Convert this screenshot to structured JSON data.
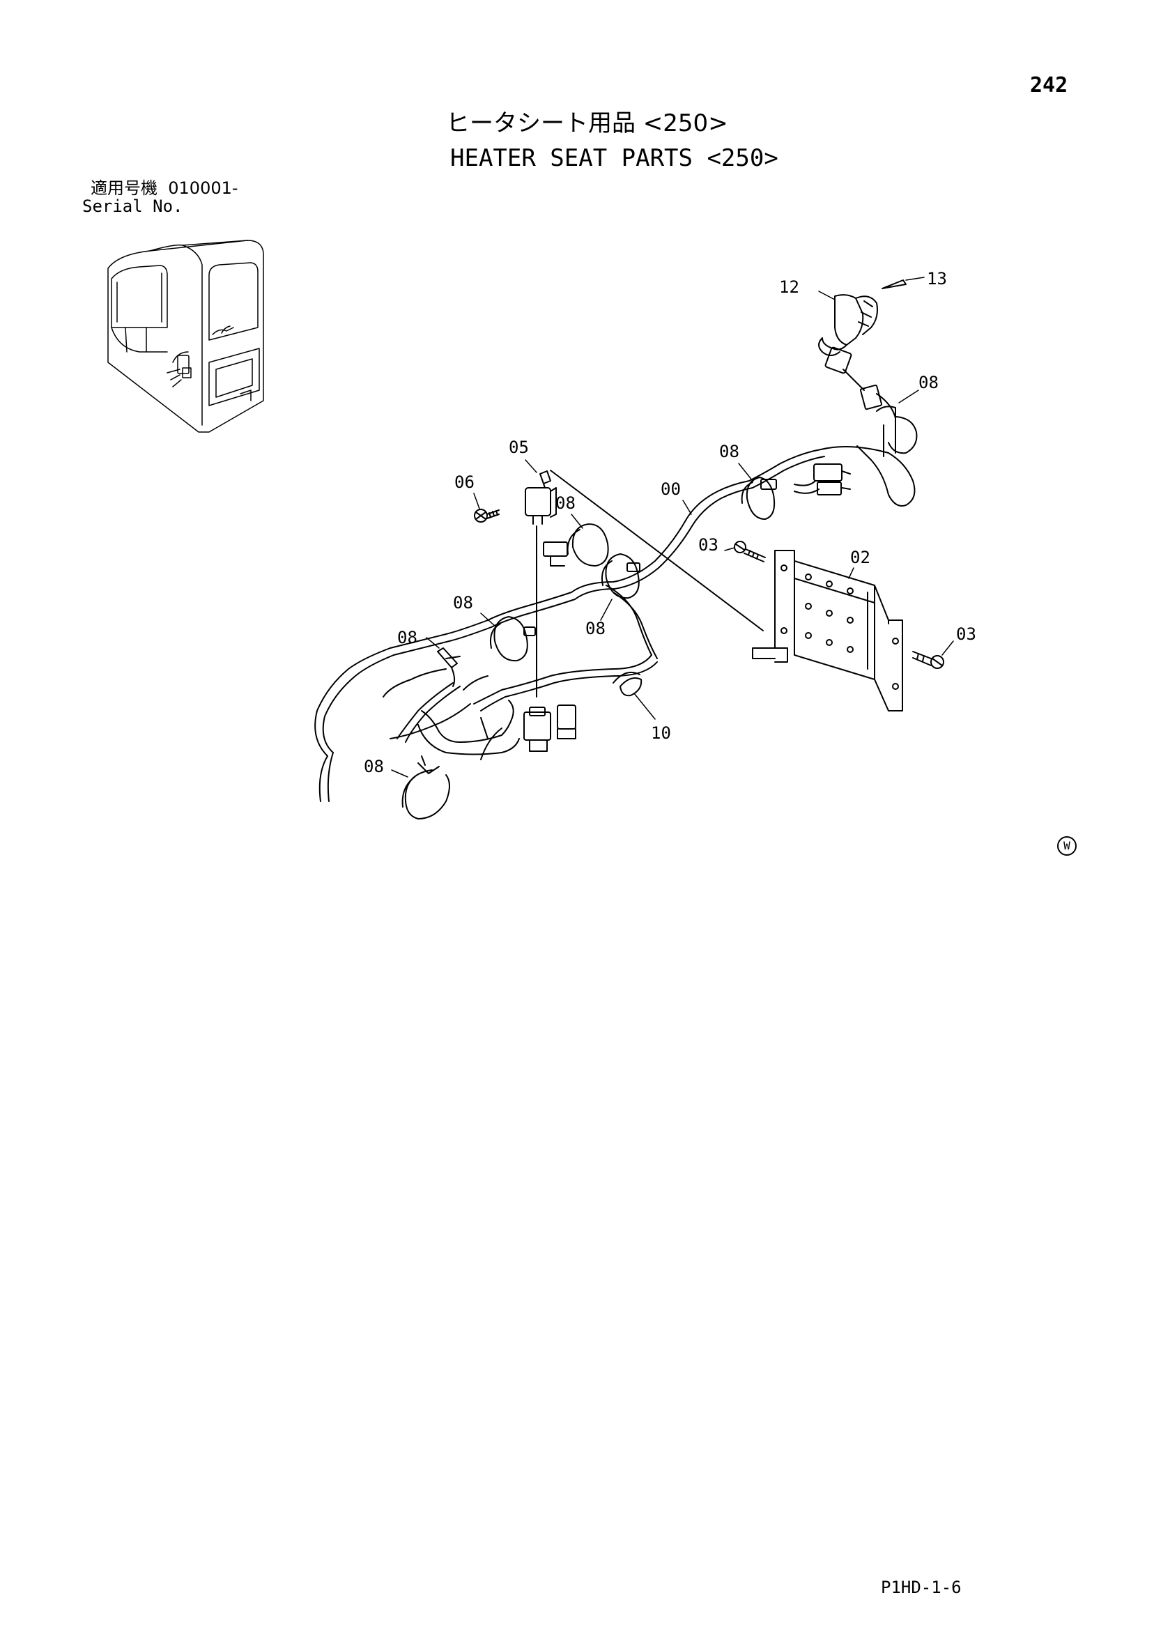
{
  "page": {
    "number": "242",
    "title_jp": "ヒータシート用品 <250>",
    "title_en": "HEATER SEAT PARTS <250>",
    "serial_label_jp": "適用号機",
    "serial_range": "010001-",
    "serial_label_en": "Serial No.",
    "footer_code": "P1HD-1-6",
    "corner_mark": "W"
  },
  "callouts": [
    {
      "id": "c12",
      "label": "12"
    },
    {
      "id": "c13",
      "label": "13"
    },
    {
      "id": "c08a",
      "label": "08"
    },
    {
      "id": "c05",
      "label": "05"
    },
    {
      "id": "c06",
      "label": "06"
    },
    {
      "id": "c08b",
      "label": "08"
    },
    {
      "id": "c00",
      "label": "00"
    },
    {
      "id": "c08c",
      "label": "08"
    },
    {
      "id": "c03a",
      "label": "03"
    },
    {
      "id": "c02",
      "label": "02"
    },
    {
      "id": "c08d",
      "label": "08"
    },
    {
      "id": "c08e",
      "label": "08"
    },
    {
      "id": "c08f",
      "label": "08"
    },
    {
      "id": "c03b",
      "label": "03"
    },
    {
      "id": "c10",
      "label": "10"
    },
    {
      "id": "c08g",
      "label": "08"
    }
  ]
}
